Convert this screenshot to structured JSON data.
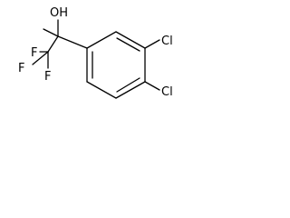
{
  "structure": {
    "atoms": {
      "hydroxyl": "OH",
      "fluorine_top": "F",
      "fluorine_left": "F",
      "fluorine_bottom": "F",
      "chlorine_meta": "Cl",
      "chlorine_para": "Cl"
    }
  },
  "colors": {
    "bond": "#000000",
    "label": "#000000",
    "background": "#ffffff"
  }
}
